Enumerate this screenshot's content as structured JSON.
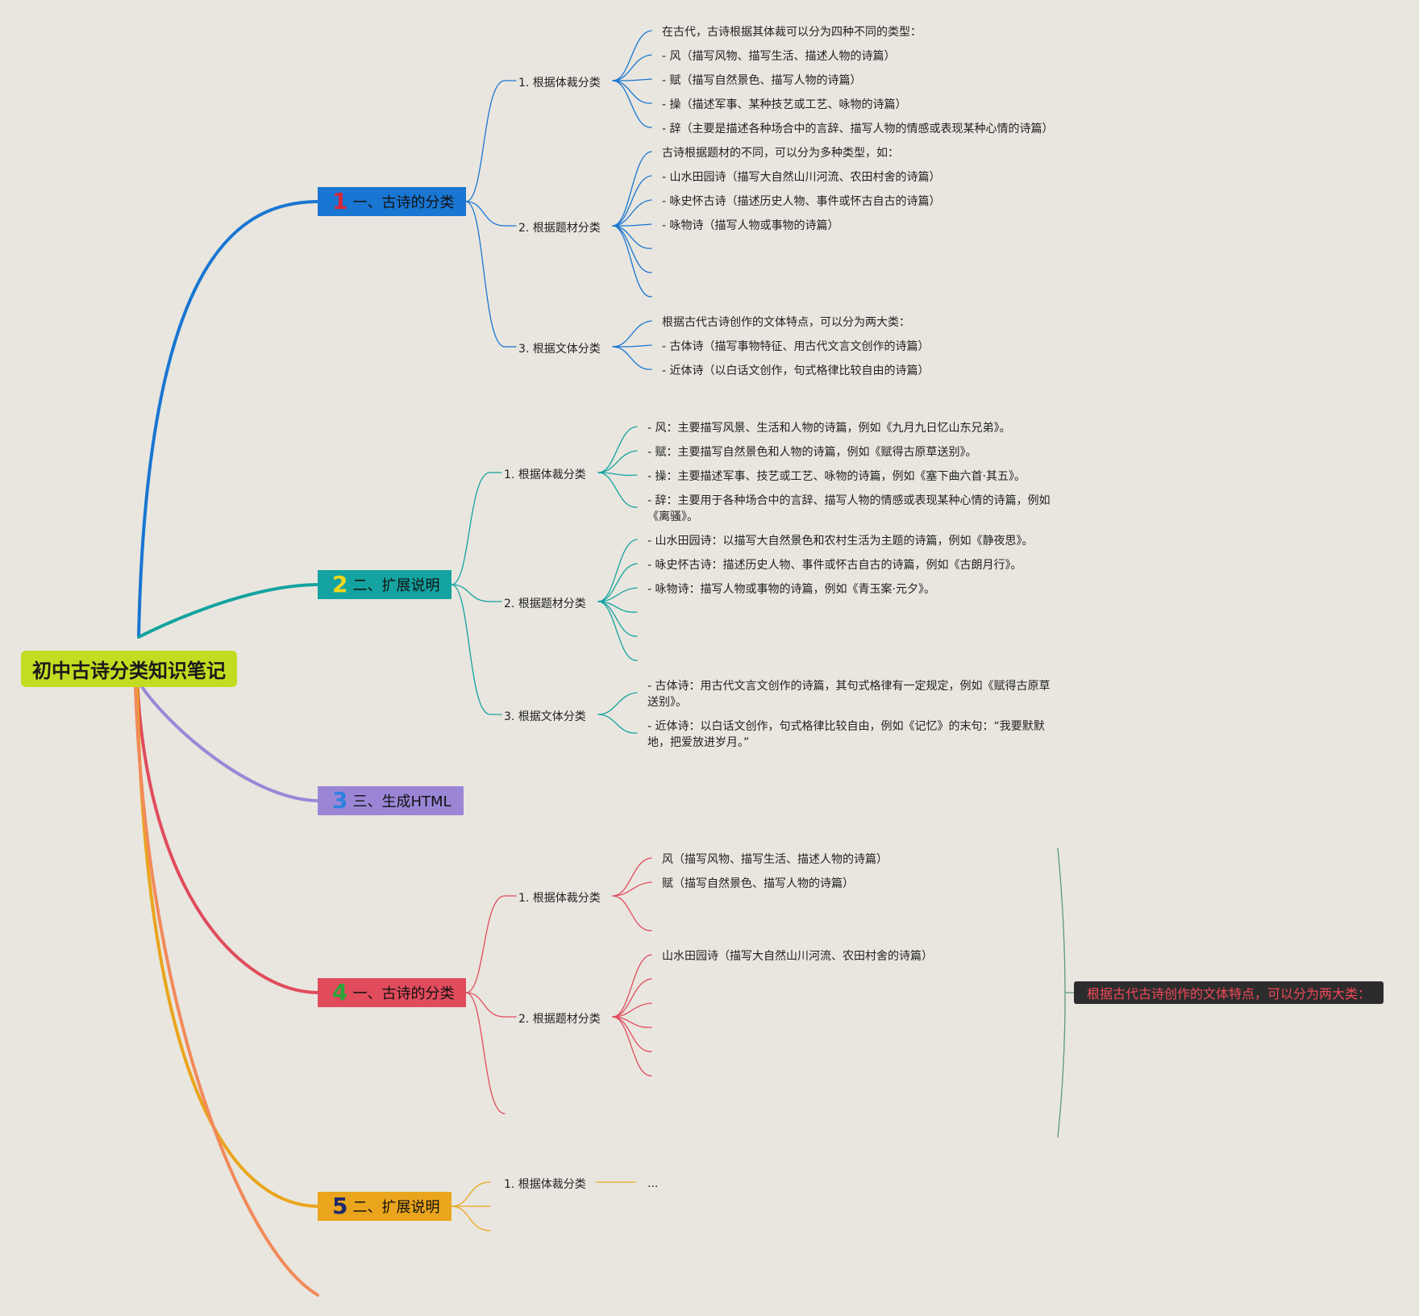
{
  "root": "初中古诗分类知识笔记",
  "topics": [
    {
      "num": "1",
      "label": "一、古诗的分类",
      "color": "#1976d2",
      "num_color": "#d7263d",
      "subs": [
        {
          "label": "1. 根据体裁分类",
          "items": [
            "在古代，古诗根据其体裁可以分为四种不同的类型：",
            "- 风（描写风物、描写生活、描述人物的诗篇）",
            "- 赋（描写自然景色、描写人物的诗篇）",
            "- 操（描述军事、某种技艺或工艺、咏物的诗篇）",
            "- 辞（主要是描述各种场合中的言辞、描写人物的情感或表现某种心情的诗篇）"
          ]
        },
        {
          "label": "2. 根据题材分类",
          "items": [
            "古诗根据题材的不同，可以分为多种类型，如：",
            "- 山水田园诗（描写大自然山川河流、农田村舍的诗篇）",
            "- 咏史怀古诗（描述历史人物、事件或怀古自古的诗篇）",
            "- 咏物诗（描写人物或事物的诗篇）",
            "",
            "",
            ""
          ]
        },
        {
          "label": "3. 根据文体分类",
          "items": [
            "根据古代古诗创作的文体特点，可以分为两大类：",
            "- 古体诗（描写事物特征、用古代文言文创作的诗篇）",
            "- 近体诗（以白话文创作，句式格律比较自由的诗篇）"
          ]
        }
      ]
    },
    {
      "num": "2",
      "label": "二、扩展说明",
      "color": "#14a3a0",
      "num_color": "#f2d81c",
      "subs": [
        {
          "label": "1. 根据体裁分类",
          "items": [
            "- 风：主要描写风景、生活和人物的诗篇，例如《九月九日忆山东兄弟》。",
            "- 赋：主要描写自然景色和人物的诗篇，例如《赋得古原草送别》。",
            "- 操：主要描述军事、技艺或工艺、咏物的诗篇，例如《塞下曲六首·其五》。",
            "- 辞：主要用于各种场合中的言辞、描写人物的情感或表现某种心情的诗篇，例如《离骚》。"
          ]
        },
        {
          "label": "2. 根据题材分类",
          "items": [
            "- 山水田园诗：以描写大自然景色和农村生活为主题的诗篇，例如《静夜思》。",
            "- 咏史怀古诗：描述历史人物、事件或怀古自古的诗篇，例如《古朗月行》。",
            "- 咏物诗：描写人物或事物的诗篇，例如《青玉案·元夕》。",
            "",
            "",
            ""
          ]
        },
        {
          "label": "3. 根据文体分类",
          "items": [
            "- 古体诗：用古代文言文创作的诗篇，其句式格律有一定规定，例如《赋得古原草送别》。",
            "- 近体诗：以白话文创作，句式格律比较自由，例如《记忆》的末句：“我要默默地，把爱放进岁月。”"
          ]
        }
      ]
    },
    {
      "num": "3",
      "label": "三、生成HTML",
      "color": "#9b86d6",
      "num_color": "#2f7fe0",
      "subs": []
    },
    {
      "num": "4",
      "label": "一、古诗的分类",
      "color": "#e04c5c",
      "num_color": "#2fa33a",
      "subs": [
        {
          "label": "1. 根据体裁分类",
          "items": [
            "风（描写风物、描写生活、描述人物的诗篇）",
            "赋（描写自然景色、描写人物的诗篇）",
            ""
          ]
        },
        {
          "label": "2. 根据题材分类",
          "items": [
            "山水田园诗（描写大自然山川河流、农田村舍的诗篇）",
            "",
            "",
            "",
            "",
            ""
          ]
        },
        {
          "label": "",
          "items": []
        }
      ]
    },
    {
      "num": "5",
      "label": "二、扩展说明",
      "color": "#eaa51c",
      "num_color": "#1f2a6e",
      "subs": [
        {
          "label": "1. 根据体裁分类",
          "items": [
            "..."
          ]
        },
        {
          "label": "",
          "items": []
        },
        {
          "label": "",
          "items": []
        }
      ]
    }
  ],
  "callout": "根据古代古诗创作的文体特点，可以分为两大类：",
  "colors": {
    "background": "#e9e6df",
    "root": "#c3dc21",
    "topic1": "#1976d2",
    "topic2": "#14a3a0",
    "topic3": "#9b86d6",
    "topic4": "#e04c5c",
    "topic5": "#eaa51c",
    "topic6": "#f28a5a",
    "callout_bg": "#2c2c2c",
    "callout_text": "#f04a5a",
    "callout_line": "#5a9a78"
  }
}
